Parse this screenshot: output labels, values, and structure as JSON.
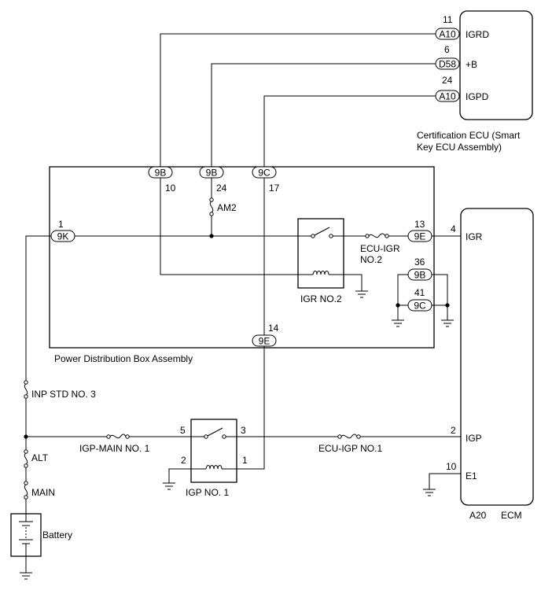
{
  "cert_ecu": {
    "label_line1": "Certification ECU (Smart",
    "label_line2": "Key ECU Assembly)",
    "pins": [
      {
        "connector": "A10",
        "pin": "11",
        "name": "IGRD"
      },
      {
        "connector": "D58",
        "pin": "6",
        "name": "+B"
      },
      {
        "connector": "A10",
        "pin": "24",
        "name": "IGPD"
      }
    ]
  },
  "pdb": {
    "label": "Power Distribution Box Assembly",
    "top_connectors": [
      {
        "connector": "9B",
        "pin": "10"
      },
      {
        "connector": "9B",
        "pin": "24"
      },
      {
        "connector": "9C",
        "pin": "17"
      }
    ],
    "left_connector": {
      "connector": "9K",
      "pin": "1"
    },
    "right_connectors": [
      {
        "connector": "9E",
        "pin": "13"
      },
      {
        "connector": "9B",
        "pin": "36"
      },
      {
        "connector": "9C",
        "pin": "41"
      }
    ],
    "bottom_connector": {
      "connector": "9E",
      "pin": "14"
    },
    "fuse_am2": "AM2",
    "fuse_ecu_igr_line1": "ECU-IGR",
    "fuse_ecu_igr_line2": "NO.2",
    "relay_igr": "IGR NO.2"
  },
  "ecm": {
    "connector": "A20",
    "label": "ECM",
    "pins": [
      {
        "pin": "4",
        "name": "IGR"
      },
      {
        "pin": "2",
        "name": "IGP"
      },
      {
        "pin": "10",
        "name": "E1"
      }
    ]
  },
  "lower": {
    "fuse_inp_std": "INP STD NO. 3",
    "fuse_alt": "ALT",
    "fuse_main": "MAIN",
    "battery": "Battery",
    "fuse_igp_main": "IGP-MAIN NO. 1",
    "fuse_ecu_igp": "ECU-IGP NO.1",
    "relay_igp": "IGP NO. 1",
    "relay_pins": {
      "p5": "5",
      "p3": "3",
      "p2": "2",
      "p1": "1"
    }
  }
}
